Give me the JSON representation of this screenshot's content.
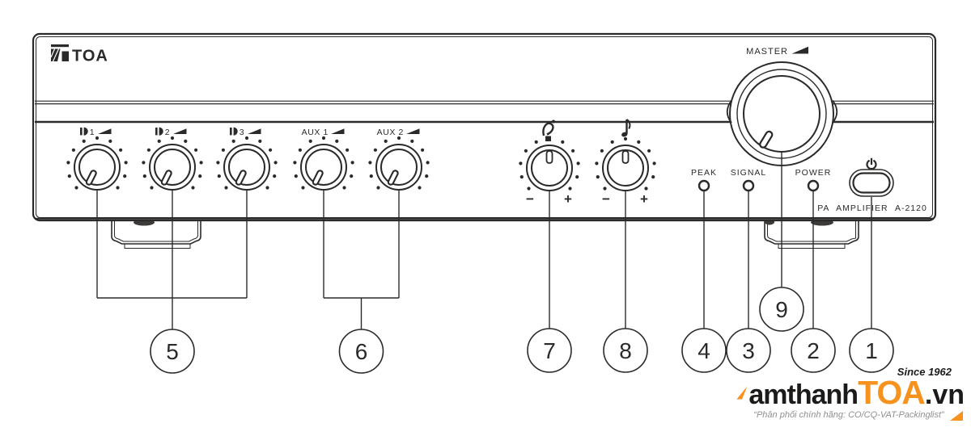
{
  "brand": {
    "logo_text": "TOA"
  },
  "panel": {
    "master": {
      "label": "MASTER"
    },
    "channels": [
      {
        "kind": "mic",
        "number": "1"
      },
      {
        "kind": "mic",
        "number": "2"
      },
      {
        "kind": "mic",
        "number": "3"
      },
      {
        "kind": "aux",
        "label": "AUX 1"
      },
      {
        "kind": "aux",
        "label": "AUX 2"
      }
    ],
    "tone_controls": [
      {
        "name": "bass",
        "minus": "−",
        "plus": "+"
      },
      {
        "name": "treble",
        "minus": "−",
        "plus": "+"
      }
    ],
    "indicators": [
      {
        "label": "PEAK"
      },
      {
        "label": "SIGNAL"
      },
      {
        "label": "POWER"
      }
    ],
    "model_text": "PA AMPLIFIER A-2120"
  },
  "callouts": {
    "c1": "1",
    "c2": "2",
    "c3": "3",
    "c4": "4",
    "c5": "5",
    "c6": "6",
    "c7": "7",
    "c8": "8",
    "c9": "9"
  },
  "watermark": {
    "brand_prefix": "amthanh",
    "brand_core": "TOA",
    "brand_suffix": ".vn",
    "since": "Since 1962",
    "tagline": "“Phân phối chính hãng: CO/CQ-VAT-Packinglist”"
  },
  "colors": {
    "line": "#2b2a29",
    "accent_orange": "#F6921E",
    "tagline_gray": "#8f8f8f",
    "text_dark": "#1d1b1a"
  }
}
